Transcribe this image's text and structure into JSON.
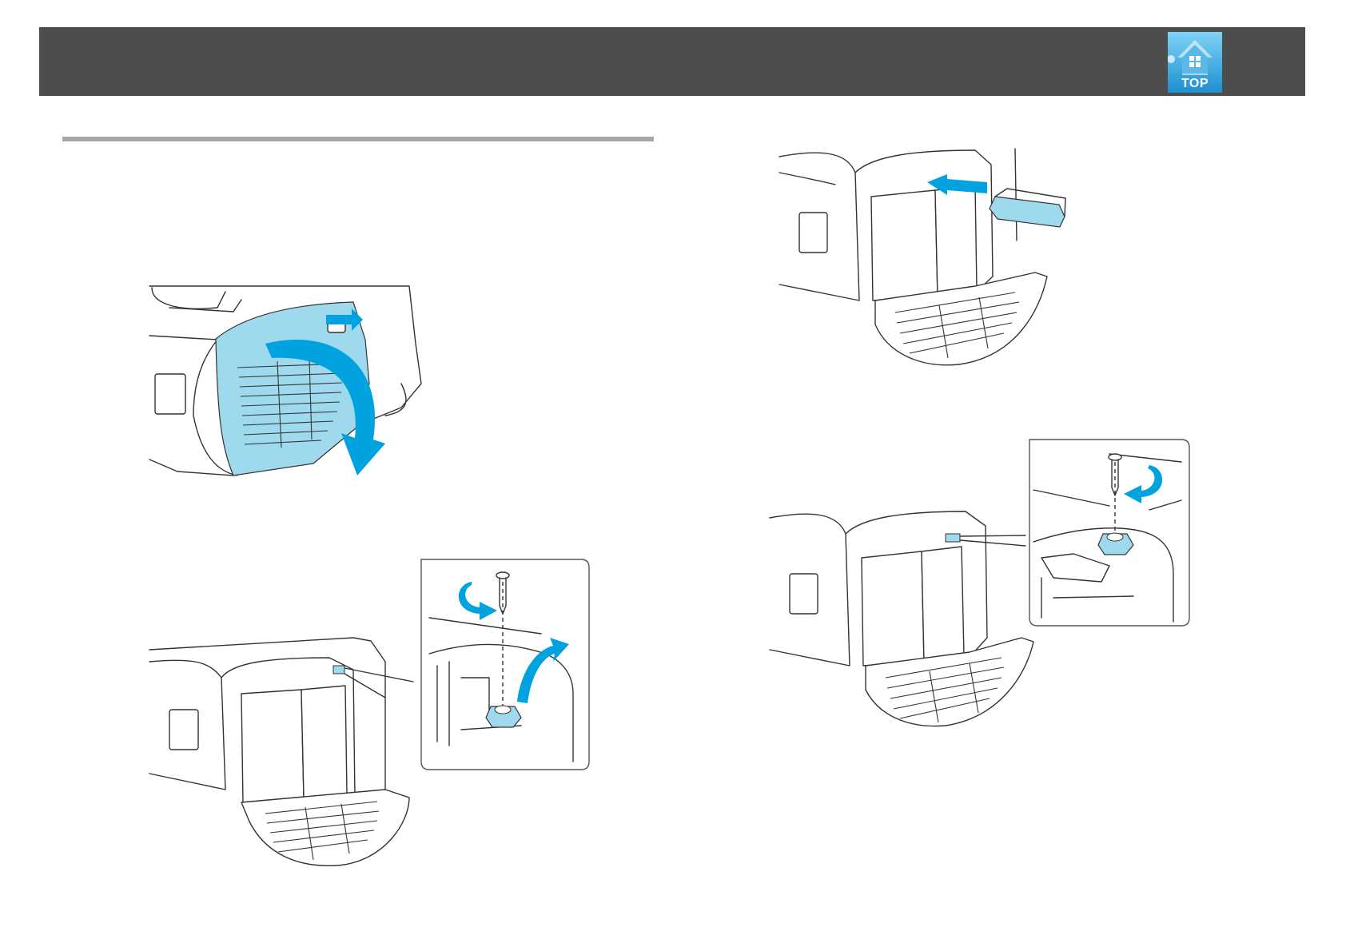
{
  "header": {
    "top_button_label": "TOP",
    "top_button_icon": "house-icon"
  },
  "illustrations": {
    "step1": {
      "icon": "projector-open-filter-cover"
    },
    "step2": {
      "icon": "projector-remove-screw"
    },
    "step3": {
      "icon": "projector-insert-wireless-module"
    },
    "step4": {
      "icon": "projector-tighten-screw"
    }
  },
  "colors": {
    "header_bar": "#4d4d4d",
    "rule": "#a6a6a6",
    "accent_blue": "#00a3e0",
    "highlight_blue": "#9fd9ee"
  }
}
